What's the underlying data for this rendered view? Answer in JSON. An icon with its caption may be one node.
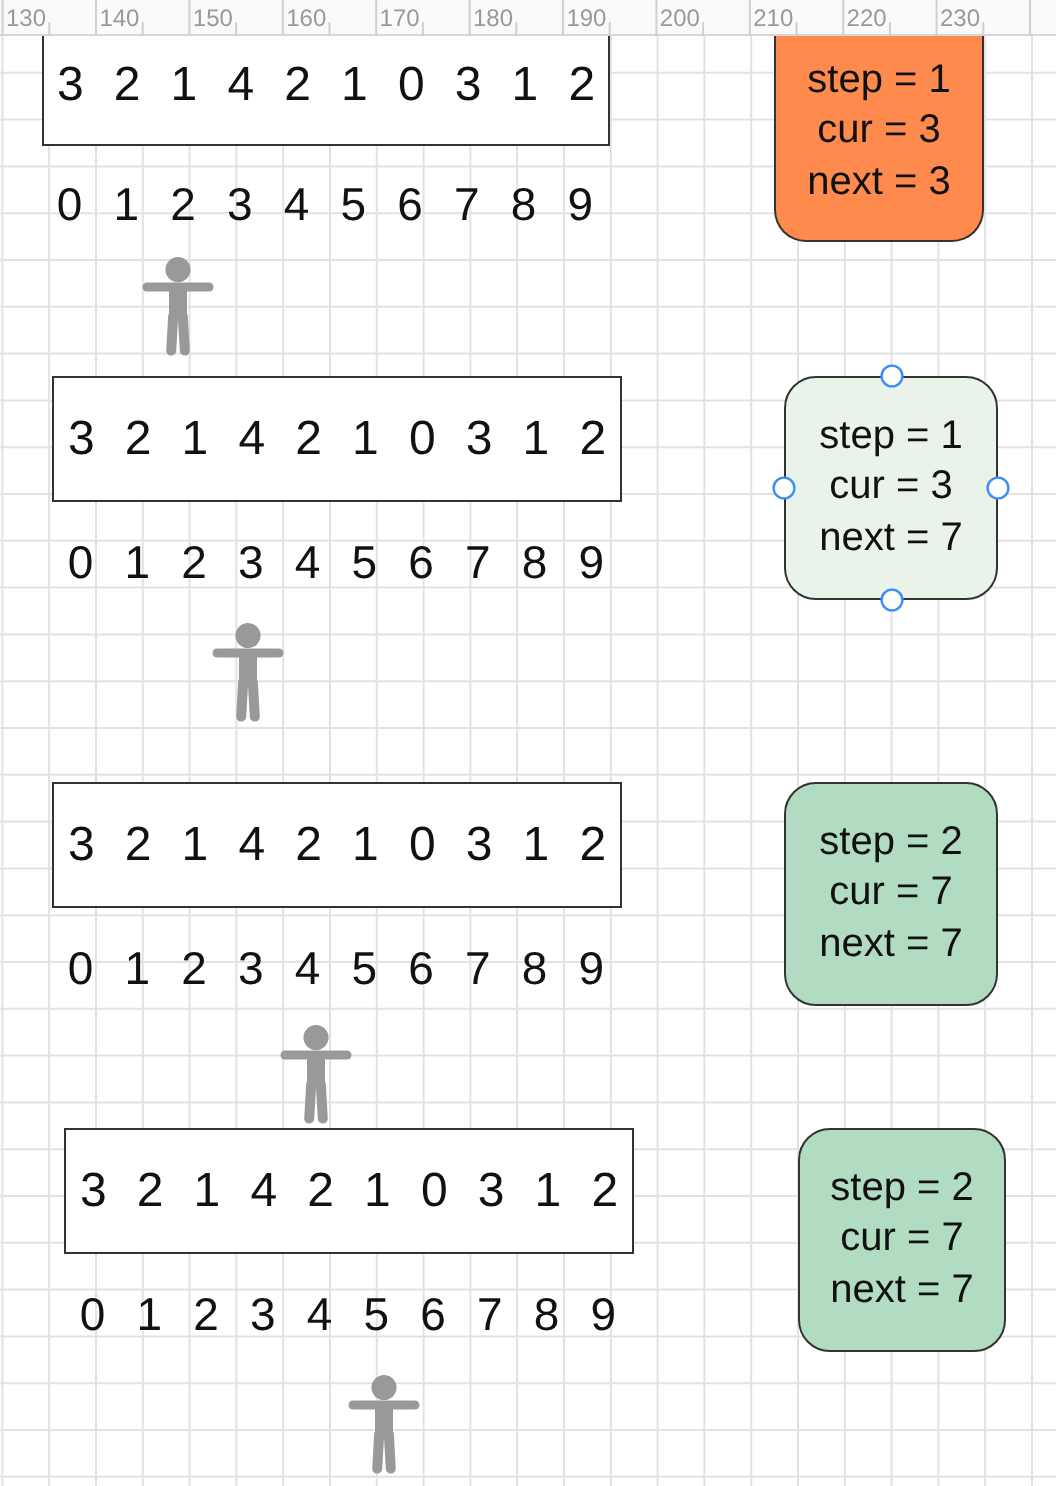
{
  "diagram": {
    "nodes": [
      {
        "text": [
          "3 2 1 4 2 1 0 3 1 2"
        ]
      },
      {
        "text": [
          "step = 1",
          "cur = 3",
          "next = 3"
        ]
      },
      {
        "text": [],
        "shape": "person"
      },
      {
        "text": [
          "3 2 1 4 2 1 0 3 1 2"
        ]
      },
      {
        "text": [
          "step = 1",
          "cur = 3",
          "next = 7"
        ]
      },
      {
        "text": [],
        "shape": "person"
      },
      {
        "text": [
          "3 2 1 4 2 1 0 3 1 2"
        ]
      },
      {
        "text": [
          "step = 2",
          "cur = 7",
          "next = 7"
        ]
      },
      {
        "text": [],
        "shape": "person"
      },
      {
        "text": [
          "3 2 1 4 2 1 0 3 1 2"
        ]
      },
      {
        "text": [
          "step = 2",
          "cur = 7",
          "next = 7"
        ]
      },
      {
        "text": [],
        "shape": "person"
      }
    ],
    "labels": [
      "130",
      "140",
      "150",
      "160",
      "170",
      "180",
      "190",
      "200",
      "210",
      "220",
      "230",
      "0 1 2 3 4 5 6 7 8 9",
      "0 1 2 3 4 5 6 7 8 9",
      "0 1 2 3 4 5 6 7 8 9",
      "0 1 2 3 4 5 6 7 8 9"
    ]
  }
}
